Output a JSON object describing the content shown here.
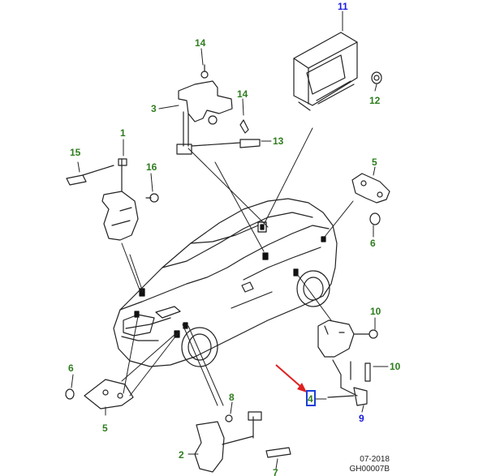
{
  "colors": {
    "callout_green": "#2e7d1e",
    "callout_blue": "#1a1adc",
    "arrow_red": "#e02020",
    "highlight_blue": "#1a3fd9",
    "line": "#222222"
  },
  "callouts": [
    {
      "id": "c11",
      "label": "11",
      "color": "blue"
    },
    {
      "id": "c14a",
      "label": "14",
      "color": "green"
    },
    {
      "id": "c3",
      "label": "3",
      "color": "green"
    },
    {
      "id": "c14b",
      "label": "14",
      "color": "green"
    },
    {
      "id": "c12",
      "label": "12",
      "color": "green"
    },
    {
      "id": "c13",
      "label": "13",
      "color": "green"
    },
    {
      "id": "c1",
      "label": "1",
      "color": "green"
    },
    {
      "id": "c15",
      "label": "15",
      "color": "green"
    },
    {
      "id": "c16",
      "label": "16",
      "color": "green"
    },
    {
      "id": "c5a",
      "label": "5",
      "color": "green"
    },
    {
      "id": "c6a",
      "label": "6",
      "color": "green"
    },
    {
      "id": "c10a",
      "label": "10",
      "color": "green"
    },
    {
      "id": "c10b",
      "label": "10",
      "color": "green"
    },
    {
      "id": "c6b",
      "label": "6",
      "color": "green"
    },
    {
      "id": "c4",
      "label": "4",
      "color": "green"
    },
    {
      "id": "c9",
      "label": "9",
      "color": "blue"
    },
    {
      "id": "c8",
      "label": "8",
      "color": "green"
    },
    {
      "id": "c5b",
      "label": "5",
      "color": "green"
    },
    {
      "id": "c2",
      "label": "2",
      "color": "green"
    },
    {
      "id": "c7",
      "label": "7",
      "color": "green"
    }
  ],
  "footer": {
    "date": "07-2018",
    "code": "GH00007B"
  }
}
